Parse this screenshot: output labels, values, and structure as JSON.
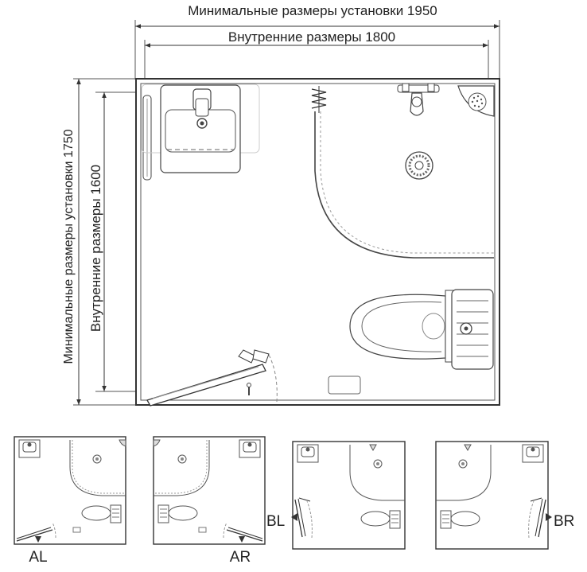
{
  "main_plan": {
    "dim_outer_width": "Минимальные размеры установки 1950",
    "dim_inner_width": "Внутренние размеры 1800",
    "dim_outer_height": "Минимальные размеры установки 1750",
    "dim_inner_height": "Внутренние размеры 1600"
  },
  "variants": [
    {
      "label": "AL"
    },
    {
      "label": "AR"
    },
    {
      "label": "BL"
    },
    {
      "label": "BR"
    }
  ]
}
